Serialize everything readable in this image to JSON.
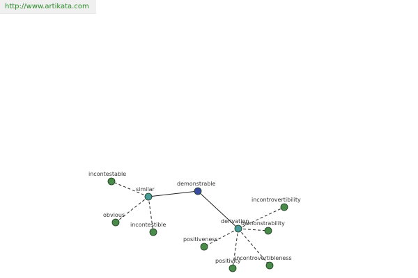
{
  "header": {
    "url": "http://www.artikata.com"
  },
  "graph": {
    "colors": {
      "root": "#3a4aa0",
      "hub": "#4a9a9a",
      "leaf": "#4a8a4a",
      "node_stroke": "#1a3a1a"
    },
    "nodes": [
      {
        "id": "demonstrable",
        "label": "demonstrable",
        "kind": "root"
      },
      {
        "id": "similar",
        "label": "similar",
        "kind": "hub"
      },
      {
        "id": "derivation",
        "label": "derivation",
        "kind": "hub"
      },
      {
        "id": "incontestable",
        "label": "incontestable",
        "kind": "leaf"
      },
      {
        "id": "obvious",
        "label": "obvious",
        "kind": "leaf"
      },
      {
        "id": "incontestible",
        "label": "incontestible",
        "kind": "leaf"
      },
      {
        "id": "incontrovertibility",
        "label": "incontrovertibility",
        "kind": "leaf"
      },
      {
        "id": "demonstrability",
        "label": "demonstrability",
        "kind": "leaf"
      },
      {
        "id": "positiveness",
        "label": "positiveness",
        "kind": "leaf"
      },
      {
        "id": "positivity",
        "label": "positivity",
        "kind": "leaf"
      },
      {
        "id": "incontrovertibleness",
        "label": "incontrovertibleness",
        "kind": "leaf"
      }
    ],
    "edges": [
      {
        "from": "similar",
        "to": "demonstrable",
        "style": "solid"
      },
      {
        "from": "demonstrable",
        "to": "derivation",
        "style": "solid"
      },
      {
        "from": "similar",
        "to": "incontestable",
        "style": "dashed"
      },
      {
        "from": "similar",
        "to": "obvious",
        "style": "dashed"
      },
      {
        "from": "similar",
        "to": "incontestible",
        "style": "dashed"
      },
      {
        "from": "derivation",
        "to": "incontrovertibility",
        "style": "dashed"
      },
      {
        "from": "derivation",
        "to": "demonstrability",
        "style": "dashed"
      },
      {
        "from": "derivation",
        "to": "positiveness",
        "style": "dashed"
      },
      {
        "from": "derivation",
        "to": "positivity",
        "style": "dashed"
      },
      {
        "from": "derivation",
        "to": "incontrovertibleness",
        "style": "dashed"
      }
    ]
  }
}
